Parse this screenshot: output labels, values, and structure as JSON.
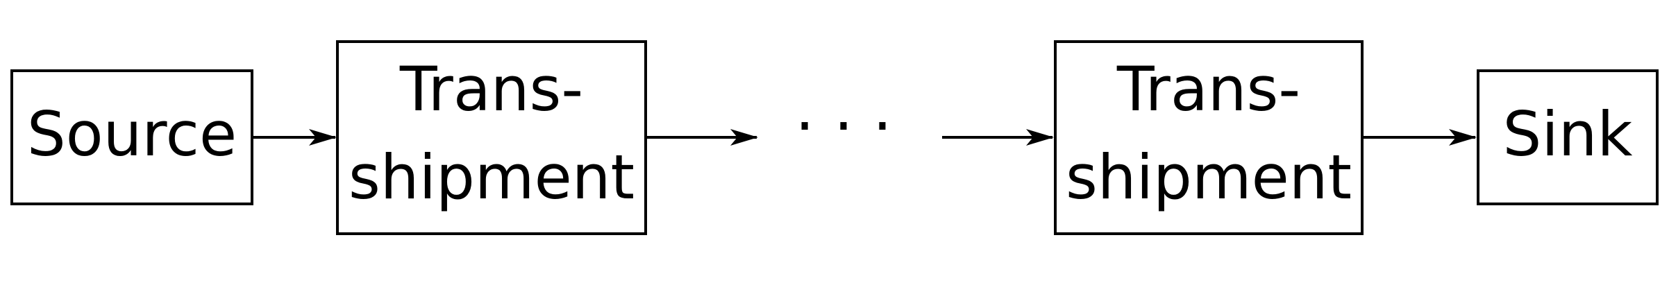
{
  "nodes": [
    {
      "id": "source",
      "lines": [
        "Source"
      ]
    },
    {
      "id": "transshipment-1",
      "lines": [
        "Trans-",
        "shipment"
      ]
    },
    {
      "id": "transshipment-2",
      "lines": [
        "Trans-",
        "shipment"
      ]
    },
    {
      "id": "sink",
      "lines": [
        "Sink"
      ]
    }
  ],
  "ellipsis": "· · ·",
  "colors": {
    "stroke": "#000000",
    "background": "#ffffff"
  }
}
